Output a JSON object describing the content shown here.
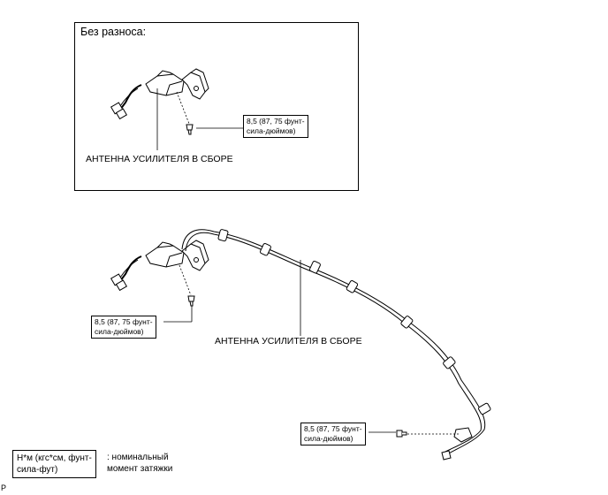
{
  "inset": {
    "title": "Без разноса:",
    "torque": [
      "8,5 (87, 75 фунт-",
      "сила-дюймов)"
    ],
    "part_label": "АНТЕННА УСИЛИТЕЛЯ В СБОРЕ"
  },
  "main": {
    "torque_left": [
      "8,5 (87, 75 фунт-",
      "сила-дюймов)"
    ],
    "torque_right": [
      "8,5 (87, 75 фунт-",
      "сила-дюймов)"
    ],
    "part_label": "АНТЕННА УСИЛИТЕЛЯ В СБОРЕ"
  },
  "legend": {
    "box_text": [
      "Н*м (кгс*см, фунт-",
      "сила-фут)"
    ],
    "description": [
      ": номинальный",
      "момент затяжки"
    ]
  },
  "corner_mark": "P"
}
